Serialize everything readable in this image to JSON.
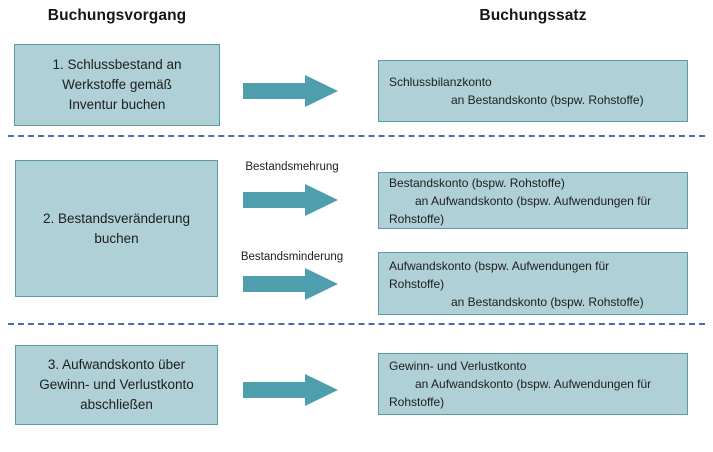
{
  "headers": {
    "left": "Buchungsvorgang",
    "right": "Buchungssatz"
  },
  "colors": {
    "box_fill": "#afd0d6",
    "box_border": "#5c9aa6",
    "arrow_fill": "#4f9eae",
    "divider": "#3f6fb5",
    "text": "#1d1d1d"
  },
  "sections": [
    {
      "step": {
        "lines": [
          "1. Schlussbestand an",
          "Werkstoffe gemäß",
          "Inventur buchen"
        ],
        "text": "1. Schlussbestand an Werkstoffe gemäß Inventur buchen"
      },
      "arrows": [
        {
          "label": "",
          "entry": {
            "lines": [
              {
                "text": "Schlussbilanzkonto",
                "indent": 0
              },
              {
                "text": "an Bestandskonto (bspw. Rohstoffe)",
                "indent": 2
              }
            ]
          }
        }
      ]
    },
    {
      "step": {
        "lines": [
          "2. Bestandsveränderung",
          "buchen"
        ],
        "text": "2. Bestandsveränderung buchen"
      },
      "arrows": [
        {
          "label": "Bestandsmehrung",
          "entry": {
            "lines": [
              {
                "text": "Bestandskonto (bspw. Rohstoffe)",
                "indent": 0
              },
              {
                "text": "an Aufwandskonto (bspw. Aufwendungen für",
                "indent": 1
              },
              {
                "text": "Rohstoffe)",
                "indent": 0
              }
            ]
          }
        },
        {
          "label": "Bestandsminderung",
          "entry": {
            "lines": [
              {
                "text": "Aufwandskonto (bspw. Aufwendungen für",
                "indent": 0
              },
              {
                "text": "Rohstoffe)",
                "indent": 0
              },
              {
                "text": "an Bestandskonto (bspw. Rohstoffe)",
                "indent": 2
              }
            ]
          }
        }
      ]
    },
    {
      "step": {
        "lines": [
          "3. Aufwandskonto über",
          "Gewinn- und Verlustkonto",
          "abschließen"
        ],
        "text": "3. Aufwandskonto über Gewinn- und Verlustkonto abschließen"
      },
      "arrows": [
        {
          "label": "",
          "entry": {
            "lines": [
              {
                "text": "Gewinn- und Verlustkonto",
                "indent": 0
              },
              {
                "text": "an Aufwandskonto (bspw. Aufwendungen für",
                "indent": 1
              },
              {
                "text": "Rohstoffe)",
                "indent": 0
              }
            ]
          }
        }
      ]
    }
  ],
  "icons": {
    "arrow": "right-arrow-icon"
  }
}
